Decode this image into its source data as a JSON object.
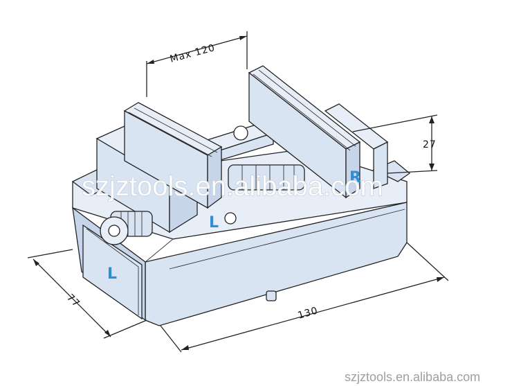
{
  "dimensions": {
    "jaw_opening": "Max 120",
    "jaw_height": "27",
    "length": "130",
    "width": "77"
  },
  "side_labels": {
    "left_jaw": "L",
    "right_jaw": "R",
    "left_body": "L"
  },
  "watermarks": {
    "center": "szjztools.en.alibaba.com",
    "bottom": "szjztools.en.alibaba.com"
  },
  "colors": {
    "body_fill": "#d9e4f3",
    "label_blue": "#2f8fd6",
    "line": "#222222"
  }
}
